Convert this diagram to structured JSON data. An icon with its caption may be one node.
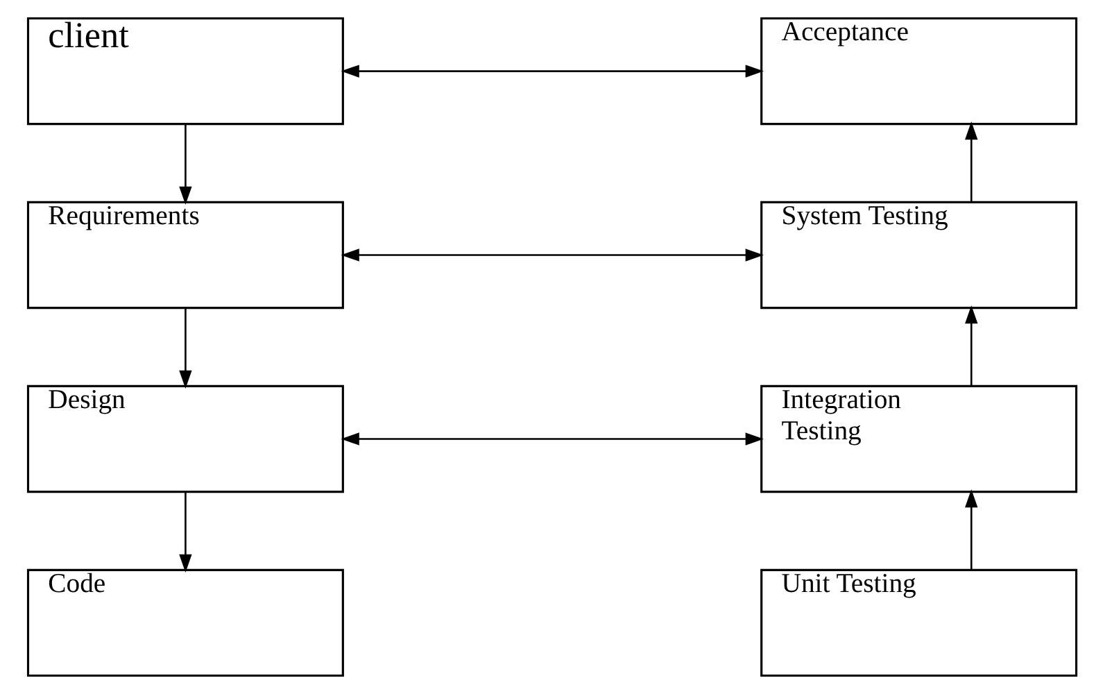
{
  "diagram": {
    "nodes": [
      {
        "text": [
          "client"
        ]
      },
      {
        "text": [
          "Acceptance"
        ]
      },
      {
        "text": [
          "Requirements"
        ]
      },
      {
        "text": [
          "System Testing"
        ]
      },
      {
        "text": [
          "Design"
        ]
      },
      {
        "text": [
          "Integration Testing"
        ]
      },
      {
        "text": [
          "Code"
        ]
      },
      {
        "text": [
          "Unit Testing"
        ]
      }
    ],
    "edges": [
      {
        "from": 0,
        "to": 1,
        "arrow": "both"
      },
      {
        "from": 0,
        "to": 2,
        "arrow": "to"
      },
      {
        "from": 2,
        "to": 3,
        "arrow": "both"
      },
      {
        "from": 2,
        "to": 4,
        "arrow": "to"
      },
      {
        "from": 4,
        "to": 5,
        "arrow": "both"
      },
      {
        "from": 4,
        "to": 6,
        "arrow": "to"
      },
      {
        "from": 7,
        "to": 5,
        "arrow": "to"
      },
      {
        "from": 5,
        "to": 3,
        "arrow": "to"
      },
      {
        "from": 3,
        "to": 1,
        "arrow": "to"
      }
    ]
  }
}
